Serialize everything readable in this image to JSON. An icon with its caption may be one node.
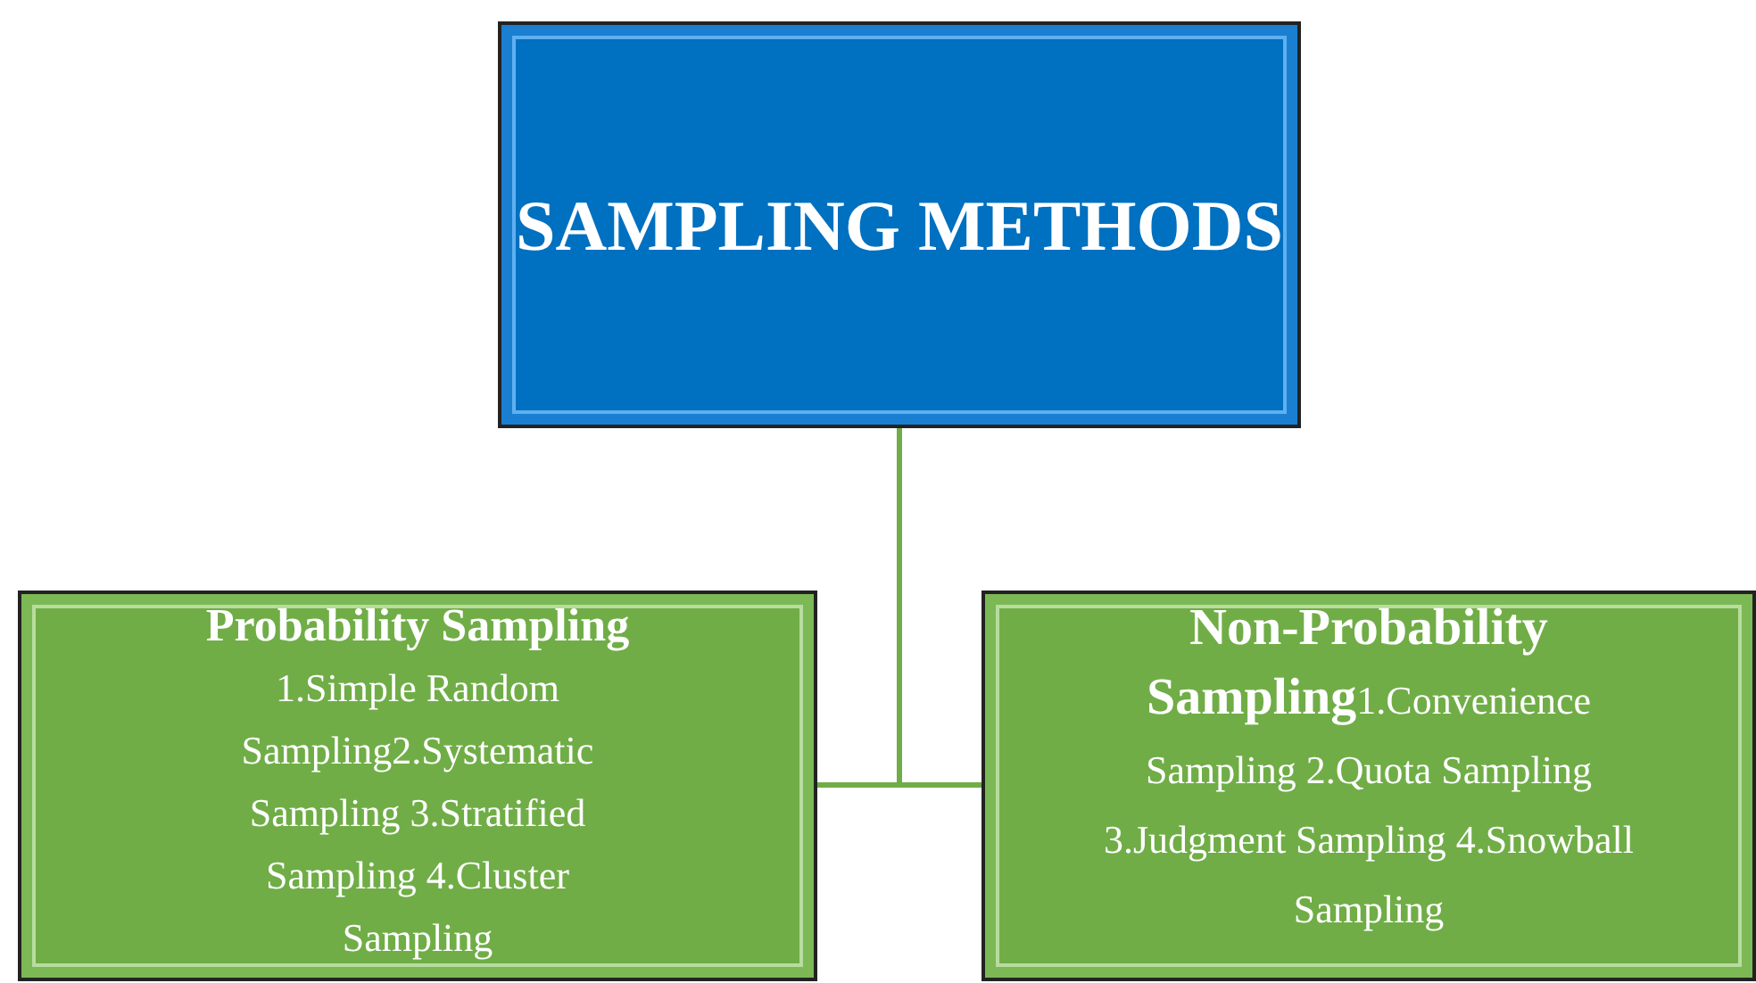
{
  "diagram": {
    "nodes": [
      {
        "text": [
          "SAMPLING METHODS"
        ]
      },
      {
        "text": [
          "Probability Sampling",
          "1.Simple Random Sampling2.Systematic Sampling 3.Stratified Sampling 4.Cluster Sampling"
        ]
      },
      {
        "text": [
          "Non-Probability Sampling",
          "1.Convenience Sampling 2.Quota Sampling 3.Judgment Sampling 4.Snowball Sampling"
        ]
      }
    ],
    "edges": [
      {
        "from": 0,
        "to": 1,
        "arrow": "none"
      },
      {
        "from": 0,
        "to": 2,
        "arrow": "none"
      }
    ]
  }
}
